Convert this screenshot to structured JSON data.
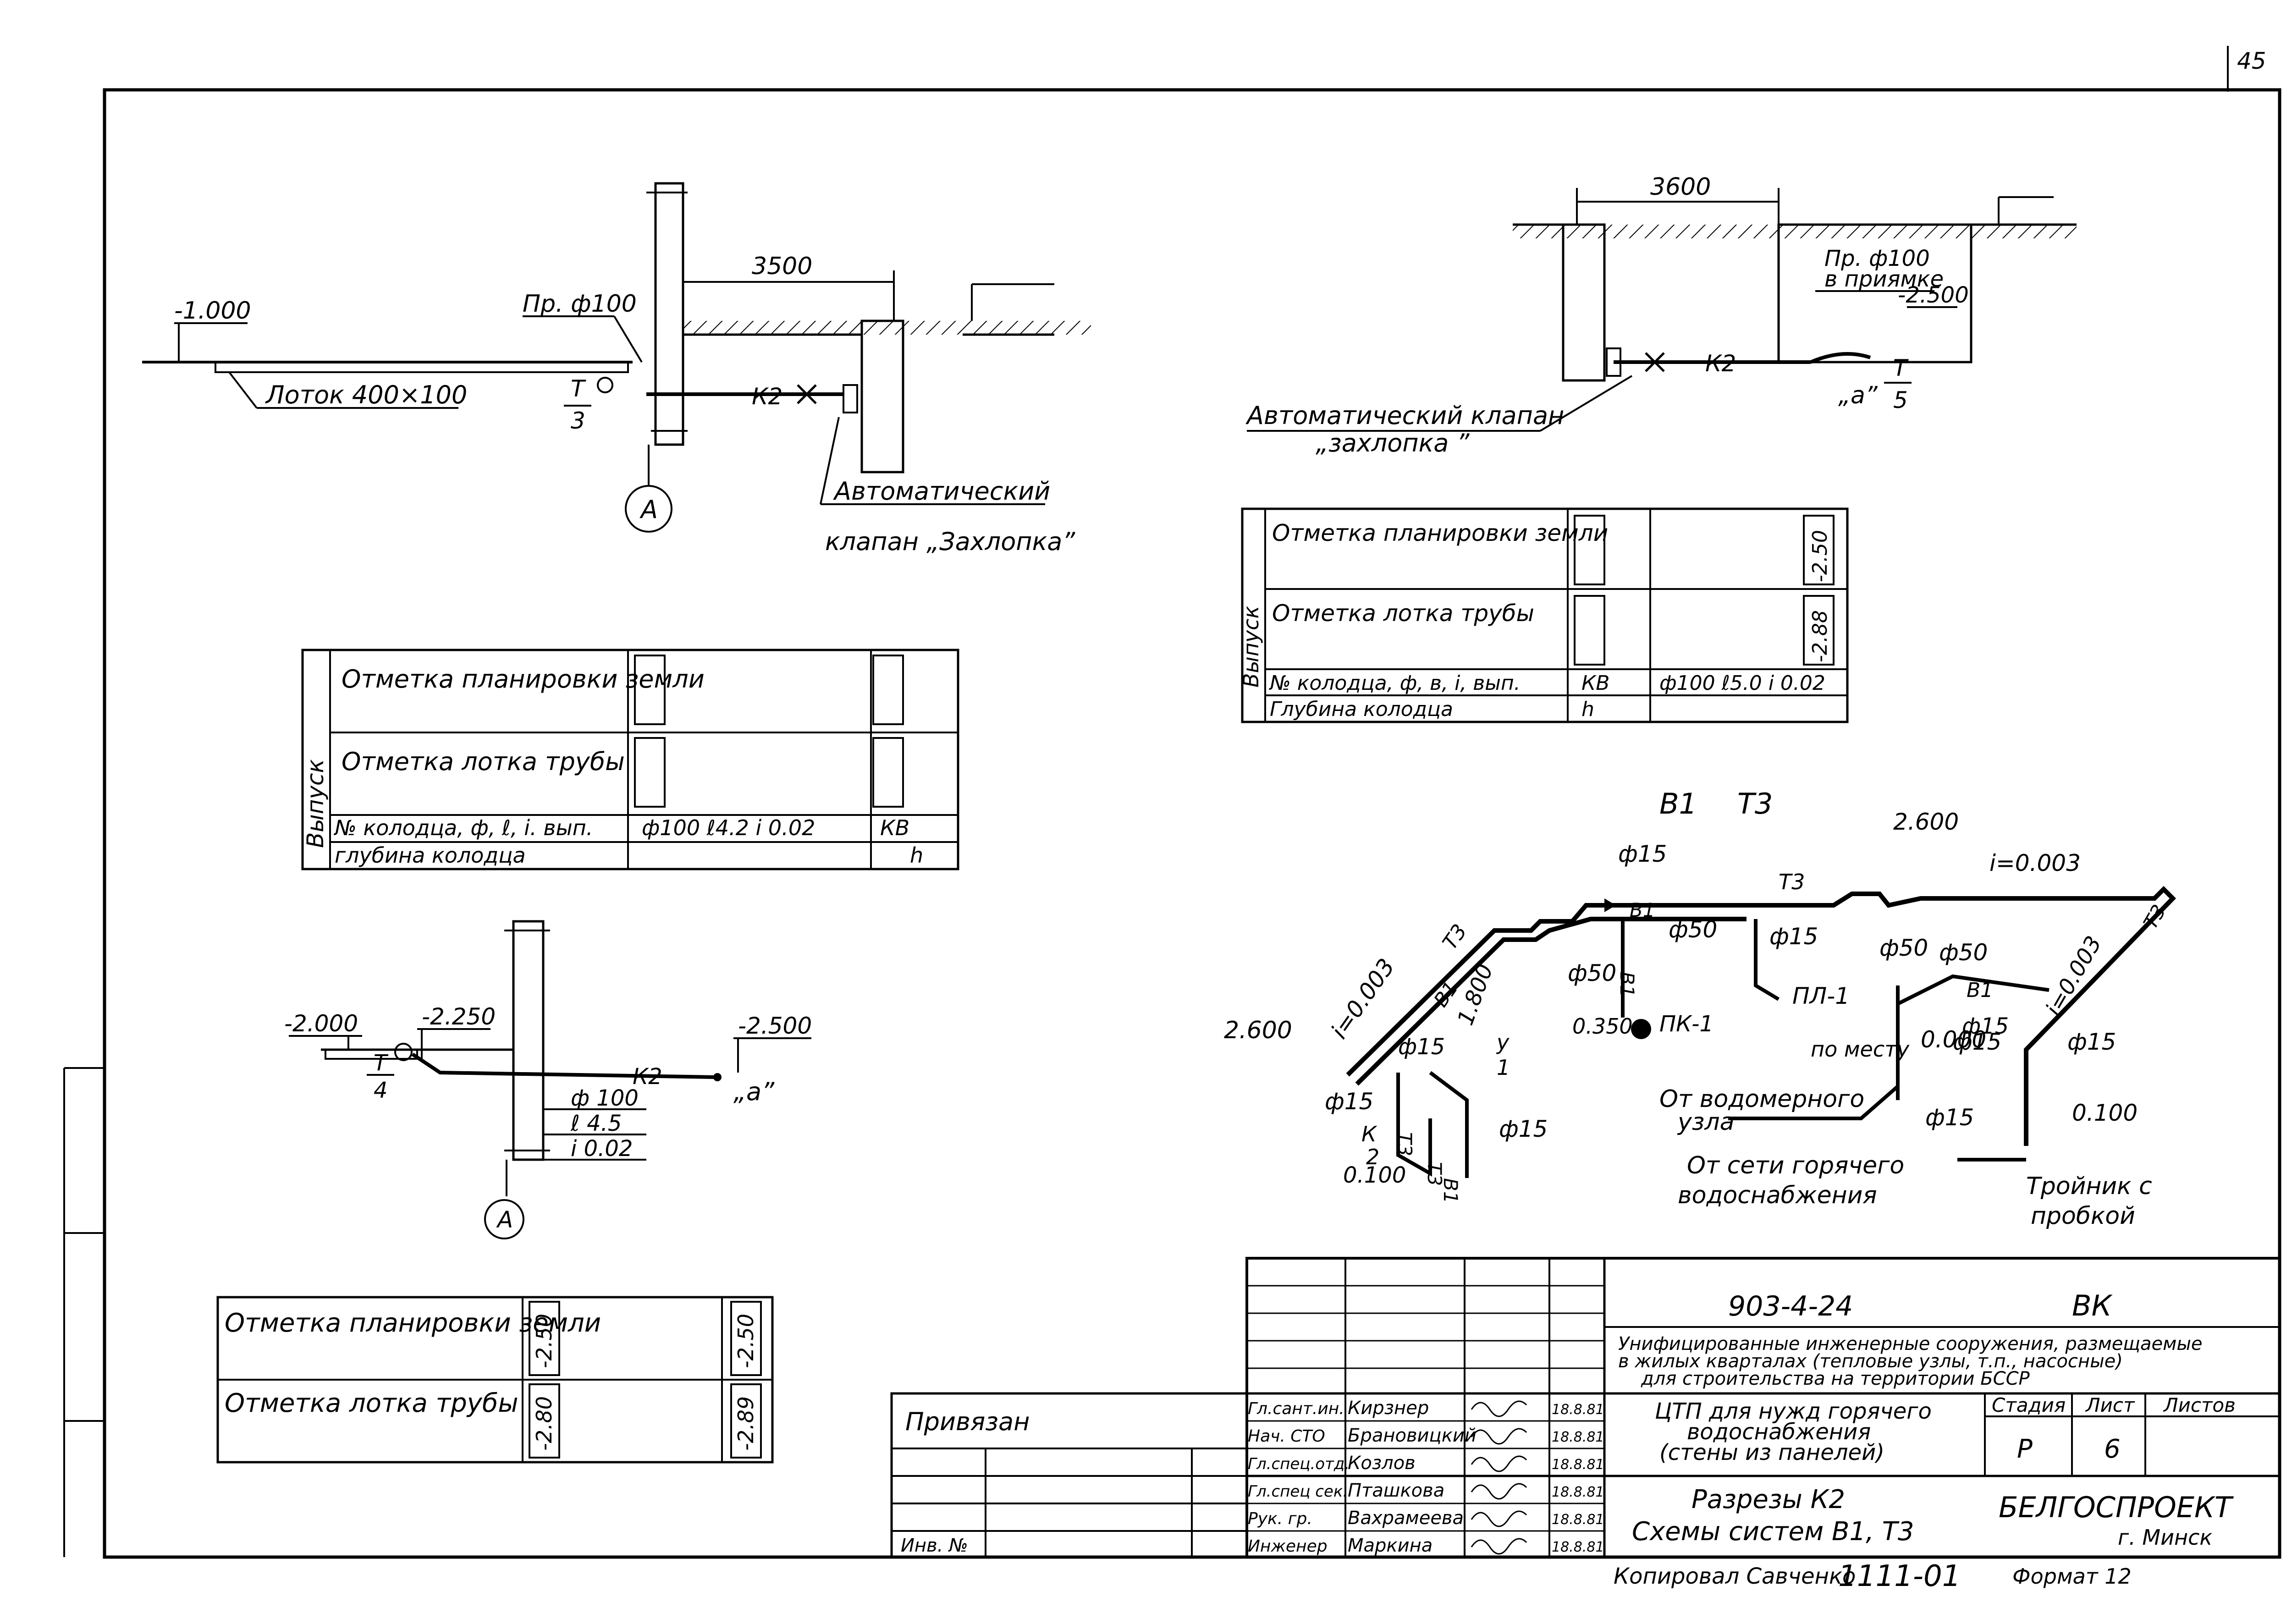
{
  "sheet_number": "45",
  "view_top_left": {
    "level_left": "-1.000",
    "pipe_label": "Пр. ф100",
    "dim_3500": "3500",
    "tray_label": "Лоток 400×100",
    "sect_num": "Т",
    "sect_den": "3",
    "pipe_k2": "К2",
    "valve_line1": "Автоматический",
    "valve_line2": "клапан „Захлопка”",
    "axis": "А"
  },
  "view_top_right": {
    "dim_3600": "3600",
    "pit_line1": "Пр. ф100",
    "pit_line2": "в приямке",
    "level": "-2.500",
    "pipe_k2": "К2",
    "sect_a": "„а”",
    "sect_num": "Т",
    "sect_den": "5",
    "valve_line1": "Автоматический клапан",
    "valve_line2": "„захлопка ”"
  },
  "table_right": {
    "side_label": "Выпуск",
    "rows": [
      "Отметка планировки земли",
      "Отметка лотка трубы",
      "№ колодца, ф, в, i, вып.",
      "Глубина колодца"
    ],
    "v1_right": "-2.50",
    "v2_right": "-2.88",
    "r3_well": "КВ",
    "r3_spec": "ф100  ℓ5.0  i 0.02",
    "r4_well": "h"
  },
  "table_left": {
    "side_label": "Выпуск",
    "rows": [
      "Отметка планировки земли",
      "Отметка лотка трубы",
      "№ колодца, ф, ℓ, i. вып.",
      "глубина колодца"
    ],
    "r3_spec": "ф100  ℓ4.2  i 0.02",
    "r3_well": "КВ",
    "r4_well": "h"
  },
  "view_bottom_left": {
    "level1": "-2.000",
    "level2": "-2.250",
    "level3": "-2.500",
    "pipe_k2": "К2",
    "sect_a": "„а”",
    "sect_num": "Т",
    "sect_den": "4",
    "spec1": "ф 100",
    "spec2": "ℓ 4.5",
    "spec3": "i 0.02",
    "axis": "А"
  },
  "table_bottom": {
    "rows": [
      "Отметка планировки земли",
      "Отметка лотка трубы"
    ],
    "v1_left": "-2.50",
    "v1_right": "-2.50",
    "v2_left": "-2.80",
    "v2_right": "-2.89"
  },
  "schema": {
    "title_b1": "В1",
    "title_t3": "Т3",
    "labels": [
      "ф15",
      "Т3",
      "В1",
      "ф50",
      "ф15",
      "2.600",
      "i=0.003",
      "i=0.003",
      "Т3",
      "ф50",
      "ф15",
      "Т3",
      "В1",
      "i=0.003",
      "Т3",
      "В1",
      "1.800",
      "ф50",
      "ПК-1",
      "0.350",
      "ф50",
      "В1",
      "ПЛ-1",
      "ф15",
      "по месту",
      "0.000",
      "ф15",
      "2.600",
      "ф15",
      "у",
      "1",
      "ф15",
      "К",
      "2",
      "0.100",
      "Т3",
      "В1",
      "ф15",
      "От водомерного",
      "узла",
      "От сети горячего",
      "водоснабжения",
      "ф15",
      "0.100",
      "Тройник с",
      "пробкой"
    ]
  },
  "title_block": {
    "code": "903-4-24",
    "mark": "ВК",
    "desc1": "Унифицированные инженерные сооружения, размещаемые",
    "desc2": "в жилых кварталах (тепловые узлы, т.п., насосные)",
    "desc3": "для строительства на территории БССР",
    "name1": "ЦТП для нужд горячего",
    "name2": "водоснабжения",
    "name3": "(стены из панелей)",
    "sheet1": "Разрезы К2",
    "sheet2": "Схемы систем В1, Т3",
    "h_stage": "Стадия",
    "h_sheet": "Лист",
    "h_sheets": "Листов",
    "stage": "Р",
    "sheet": "6",
    "org": "БЕЛГОСПРОЕКТ",
    "city": "г. Минск",
    "bound": "Привязан",
    "inv": "Инв. №",
    "people": [
      {
        "role": "Гл.сант.ин.",
        "name": "Кирзнер",
        "date": "18.8.81"
      },
      {
        "role": "Нач. СТО",
        "name": "Брановицкий",
        "date": "18.8.81"
      },
      {
        "role": "Гл.спец.отд.",
        "name": "Козлов",
        "date": "18.8.81"
      },
      {
        "role": "Гл.спец сек.",
        "name": "Пташкова",
        "date": "18.8.81"
      },
      {
        "role": "Рук. гр.",
        "name": "Вахрамеева",
        "date": "18.8.81"
      },
      {
        "role": "Инженер",
        "name": "Маркина",
        "date": "18.8.81"
      }
    ],
    "copied": "Копировал Савченко",
    "copy_no": "1111-01",
    "format": "Формат 12"
  }
}
